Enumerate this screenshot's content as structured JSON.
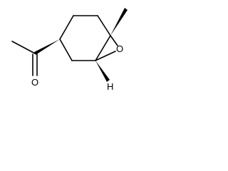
{
  "molecule": {
    "atoms": {
      "epoxide_oxygen": "O",
      "carbonyl_oxygen": "O",
      "stereo_hydrogen": "H"
    }
  }
}
